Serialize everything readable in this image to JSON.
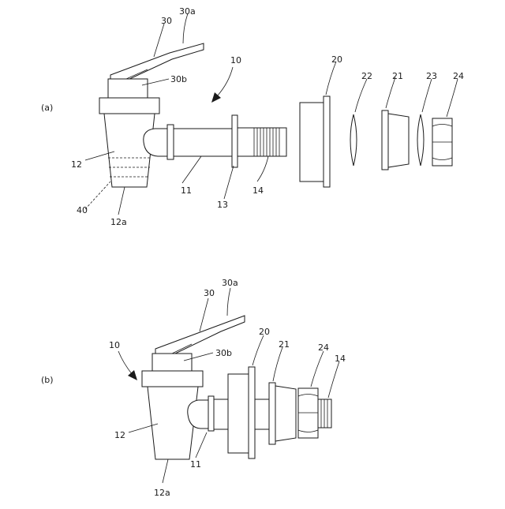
{
  "figure_a": {
    "panel_label": "(a)",
    "labels": {
      "lever": "30",
      "lever_top": "30a",
      "lever_neck": "30b",
      "assembly": "10",
      "body": "12",
      "body_bottom": "12a",
      "filter": "40",
      "pipe": "11",
      "flange": "13",
      "thread": "14",
      "nut_housing": "20",
      "washer_a": "22",
      "bushing": "21",
      "washer_b": "23",
      "nut": "24"
    }
  },
  "figure_b": {
    "panel_label": "(b)",
    "labels": {
      "lever": "30",
      "lever_top": "30a",
      "lever_neck": "30b",
      "assembly": "10",
      "body": "12",
      "body_bottom": "12a",
      "pipe": "11",
      "nut_housing": "20",
      "bushing": "21",
      "nut": "24",
      "thread": "14"
    }
  }
}
